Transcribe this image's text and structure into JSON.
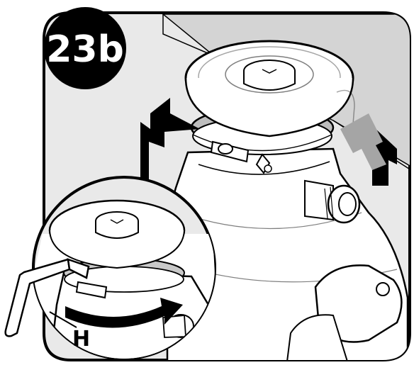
{
  "step": {
    "label": "23b"
  },
  "callout": {
    "tool_label": "H"
  },
  "colors": {
    "outline": "#000000",
    "panel_fill": "#e9e9e9",
    "panel_wall": "#c9c9c9",
    "part_fill": "#ffffff",
    "shadow_gray": "#cfcfcf",
    "arrow_black": "#000000",
    "arrow_gray": "#9a9a9a",
    "badge_fill": "#000000",
    "badge_text": "#ffffff"
  },
  "icons": {
    "main_view": "disposer-mounting-assembly",
    "detail_view": "hex-wrench-on-mounting-ring",
    "lift_arrows": "upward-arrow",
    "rotation_arrow": "curved-rotate-arrow"
  }
}
